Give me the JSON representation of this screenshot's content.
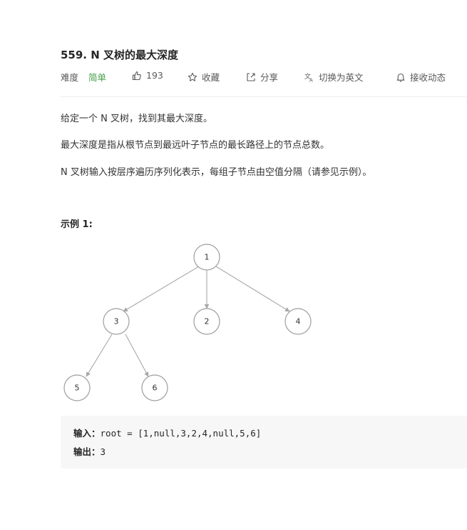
{
  "problem": {
    "title": "559. N 叉树的最大深度"
  },
  "meta": {
    "difficulty_label": "难度",
    "difficulty_value": "简单",
    "likes": "193",
    "collect": "收藏",
    "share": "分享",
    "switch_lang": "切换为英文",
    "subscribe": "接收动态",
    "icons": [
      "thumbs-up-icon",
      "star-icon",
      "share-icon",
      "translate-icon",
      "bell-icon"
    ],
    "colors": {
      "easy": "#43a047"
    }
  },
  "description": [
    "给定一个 N 叉树，找到其最大深度。",
    "最大深度是指从根节点到最远叶子节点的最长路径上的节点总数。",
    "N 叉树输入按层序遍历序列化表示，每组子节点由空值分隔（请参见示例）。"
  ],
  "example": {
    "heading": "示例 1:",
    "tree_nodes": [
      "1",
      "3",
      "2",
      "4",
      "5",
      "6"
    ],
    "input_label": "输入：",
    "input_value": "root = [1,null,3,2,4,null,5,6]",
    "output_label": "输出：",
    "output_value": "3"
  }
}
